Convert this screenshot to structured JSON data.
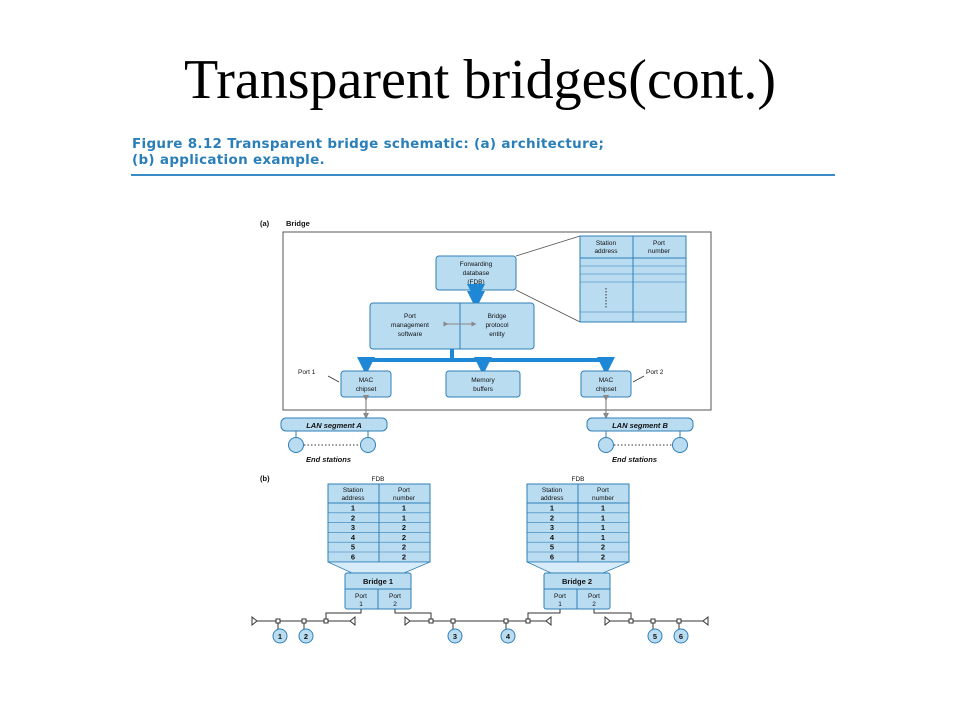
{
  "title": "Transparent bridges(cont.)",
  "caption": {
    "line1": "Figure 8.12  Transparent bridge schematic: (a) architecture;",
    "line2": "(b) application example."
  },
  "colors": {
    "box_fill": "#b9dcf1",
    "box_stroke": "#2f7fb6",
    "arrow": "#1e88d6",
    "caption": "#2a7fb8"
  },
  "part_a": {
    "tag": "(a)",
    "heading": "Bridge",
    "fdb_box": [
      "Forwarding",
      "database",
      "(FDB)"
    ],
    "table_headers": [
      [
        "Station",
        "address"
      ],
      [
        "Port",
        "number"
      ]
    ],
    "port_mgmt": [
      "Port",
      "management",
      "software"
    ],
    "bridge_protocol": [
      "Bridge",
      "protocol",
      "entity"
    ],
    "port1": "Port 1",
    "port2": "Port 2",
    "mac_left": [
      "MAC",
      "chipset"
    ],
    "memory": [
      "Memory",
      "buffers"
    ],
    "mac_right": [
      "MAC",
      "chipset"
    ],
    "lan_a": "LAN segment A",
    "lan_b": "LAN segment B",
    "end_stations_left": "End stations",
    "end_stations_right": "End stations"
  },
  "part_b": {
    "tag": "(b)",
    "fdb_label": "FDB",
    "bridge1": {
      "name": "Bridge 1",
      "fdb_label": "FDB",
      "headers": [
        [
          "Station",
          "address"
        ],
        [
          "Port",
          "number"
        ]
      ],
      "rows": [
        [
          "1",
          "1"
        ],
        [
          "2",
          "1"
        ],
        [
          "3",
          "2"
        ],
        [
          "4",
          "2"
        ],
        [
          "5",
          "2"
        ],
        [
          "6",
          "2"
        ]
      ],
      "ports": [
        [
          "Port",
          "1"
        ],
        [
          "Port",
          "2"
        ]
      ]
    },
    "bridge2": {
      "name": "Bridge 2",
      "fdb_label": "FDB",
      "headers": [
        [
          "Station",
          "address"
        ],
        [
          "Port",
          "number"
        ]
      ],
      "rows": [
        [
          "1",
          "1"
        ],
        [
          "2",
          "1"
        ],
        [
          "3",
          "1"
        ],
        [
          "4",
          "1"
        ],
        [
          "5",
          "2"
        ],
        [
          "6",
          "2"
        ]
      ],
      "ports": [
        [
          "Port",
          "1"
        ],
        [
          "Port",
          "2"
        ]
      ]
    },
    "stations": [
      "1",
      "2",
      "3",
      "4",
      "5",
      "6"
    ]
  }
}
